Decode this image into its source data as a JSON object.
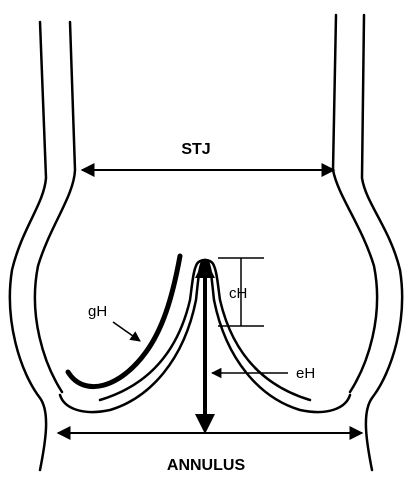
{
  "diagram": {
    "labels": {
      "stj": "STJ",
      "annulus": "ANNULUS",
      "ch": "cH",
      "gh": "gH",
      "eh": "eH"
    }
  }
}
